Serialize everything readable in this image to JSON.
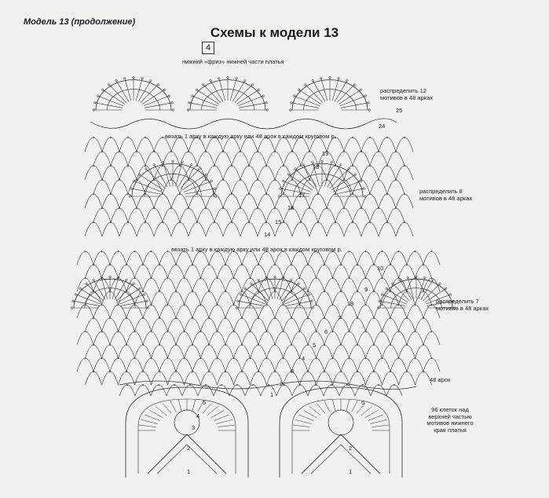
{
  "header": {
    "model_label": "Модель 13 (продолжение)",
    "title": "Схемы к модели 13",
    "scheme_number": "4",
    "subtitle": "нижний «фриз» нижней части платья"
  },
  "notes": {
    "distribute_12": "распределить 12 мотивов в 48 арках",
    "distribute_8": "распределить 8 мотивов в 48 арках",
    "distribute_7": "распределить 7 мотивов в 48 арках",
    "knit_arch_1": "вязать 1 арку в каждую арку или 48 арок в каждом круговом р.",
    "knit_arch_2": "вязать 1 арку в каждую арку или 48 арок в каждом круговом р.",
    "arches_48": "48 арок",
    "cells_96": "96 клеток над верхней частью мотивов нижнего края платья"
  },
  "row_numbers": [
    "25",
    "24",
    "19",
    "18",
    "17",
    "16",
    "15",
    "14",
    "10",
    "9",
    "8",
    "7",
    "6",
    "5",
    "4",
    "3",
    "2",
    "1",
    "5",
    "4",
    "3",
    "2",
    "1",
    "5",
    "2",
    "1"
  ],
  "colors": {
    "ink": "#2a2a2a",
    "paper": "#f3f1ee"
  },
  "icons": [
    "crochet-chart-icon"
  ]
}
